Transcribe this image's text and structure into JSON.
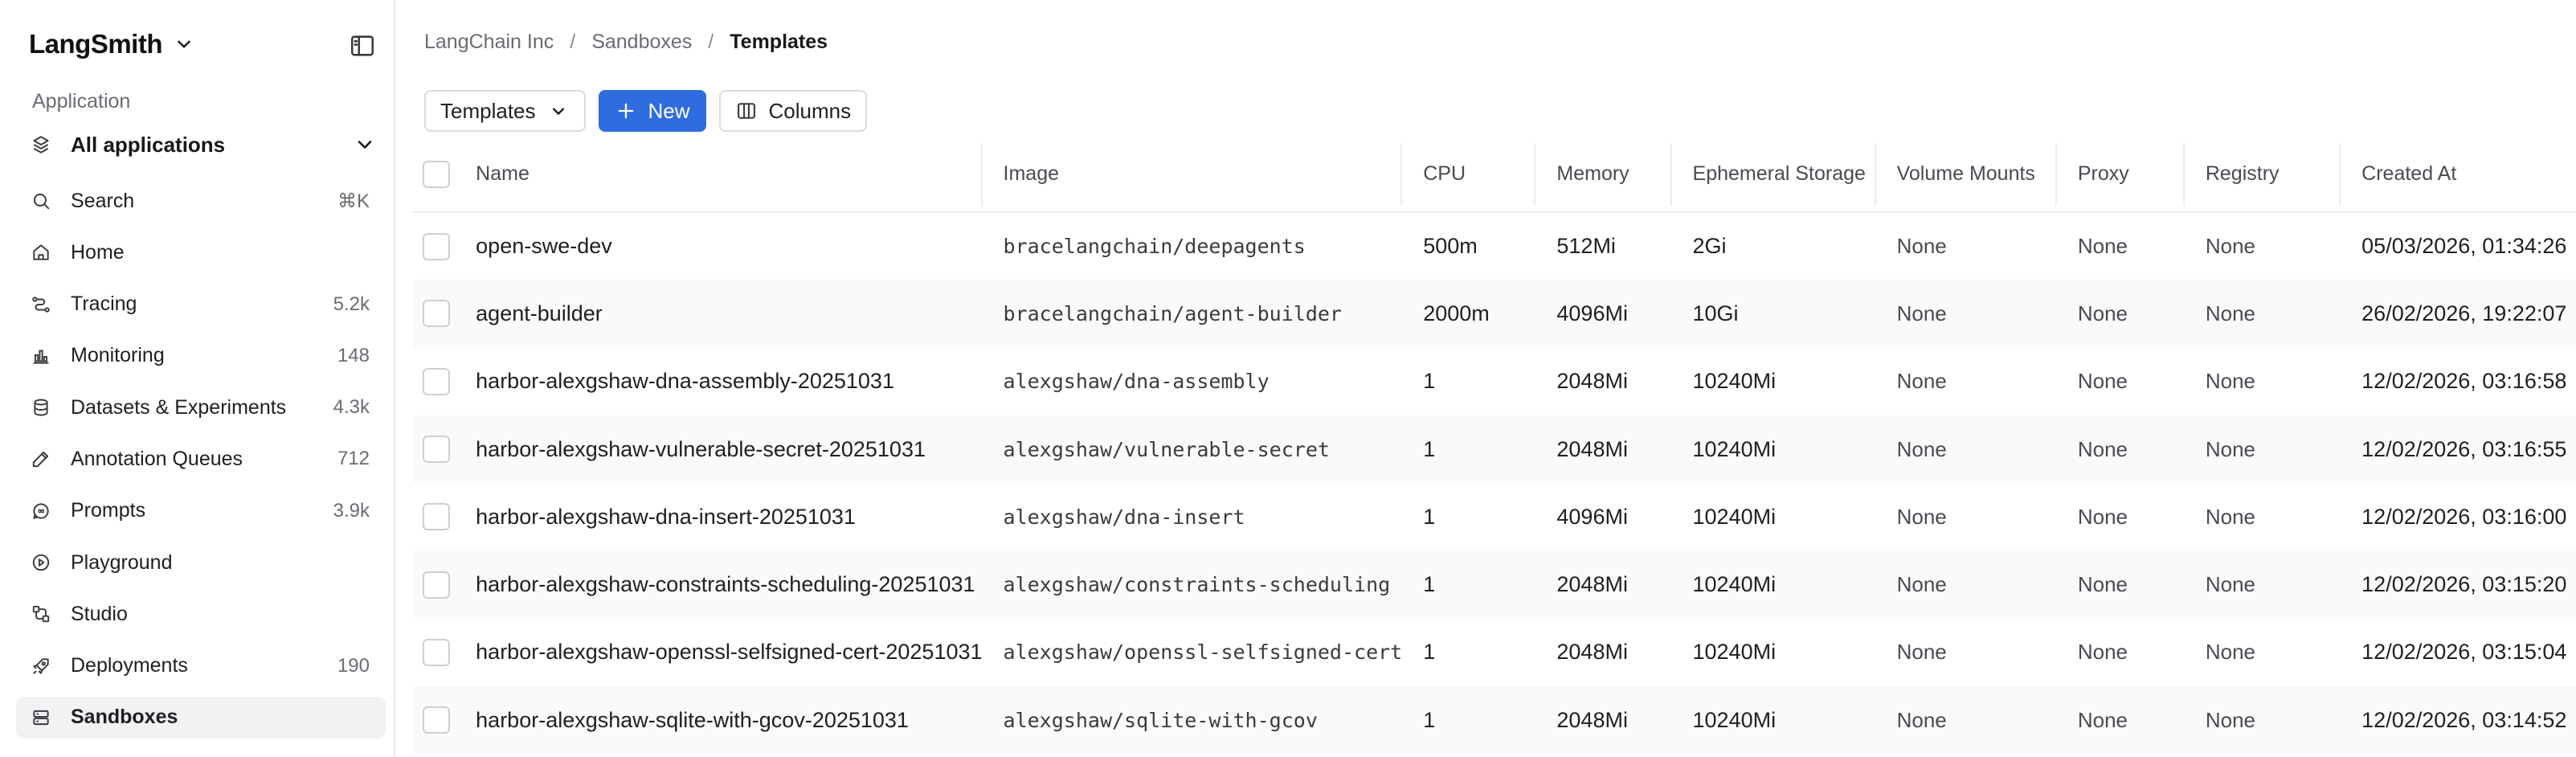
{
  "brand": {
    "name": "LangSmith"
  },
  "sidebar": {
    "section_label": "Application",
    "app_selector": "All applications",
    "items": [
      {
        "label": "Search",
        "count": "⌘K",
        "icon": "search-icon"
      },
      {
        "label": "Home",
        "count": "",
        "icon": "home-icon"
      },
      {
        "label": "Tracing",
        "count": "5.2k",
        "icon": "tracing-icon"
      },
      {
        "label": "Monitoring",
        "count": "148",
        "icon": "monitoring-icon"
      },
      {
        "label": "Datasets & Experiments",
        "count": "4.3k",
        "icon": "database-icon"
      },
      {
        "label": "Annotation Queues",
        "count": "712",
        "icon": "pen-icon"
      },
      {
        "label": "Prompts",
        "count": "3.9k",
        "icon": "prompt-icon"
      },
      {
        "label": "Playground",
        "count": "",
        "icon": "play-icon"
      },
      {
        "label": "Studio",
        "count": "",
        "icon": "studio-icon"
      },
      {
        "label": "Deployments",
        "count": "190",
        "icon": "rocket-icon"
      },
      {
        "label": "Sandboxes",
        "count": "",
        "icon": "server-icon",
        "active": true
      }
    ]
  },
  "breadcrumb": {
    "org": "LangChain Inc",
    "section": "Sandboxes",
    "current": "Templates"
  },
  "toolbar": {
    "view_label": "Templates",
    "new_label": "New",
    "columns_label": "Columns"
  },
  "table": {
    "headers": {
      "name": "Name",
      "image": "Image",
      "cpu": "CPU",
      "memory": "Memory",
      "storage": "Ephemeral Storage",
      "volumes": "Volume Mounts",
      "proxy": "Proxy",
      "registry": "Registry",
      "created": "Created At"
    },
    "rows": [
      {
        "name": "open-swe-dev",
        "image": "bracelangchain/deepagents",
        "cpu": "500m",
        "memory": "512Mi",
        "storage": "2Gi",
        "volumes": "None",
        "proxy": "None",
        "registry": "None",
        "created": "05/03/2026, 01:34:26"
      },
      {
        "name": "agent-builder",
        "image": "bracelangchain/agent-builder",
        "cpu": "2000m",
        "memory": "4096Mi",
        "storage": "10Gi",
        "volumes": "None",
        "proxy": "None",
        "registry": "None",
        "created": "26/02/2026, 19:22:07"
      },
      {
        "name": "harbor-alexgshaw-dna-assembly-20251031",
        "image": "alexgshaw/dna-assembly",
        "cpu": "1",
        "memory": "2048Mi",
        "storage": "10240Mi",
        "volumes": "None",
        "proxy": "None",
        "registry": "None",
        "created": "12/02/2026, 03:16:58"
      },
      {
        "name": "harbor-alexgshaw-vulnerable-secret-20251031",
        "image": "alexgshaw/vulnerable-secret",
        "cpu": "1",
        "memory": "2048Mi",
        "storage": "10240Mi",
        "volumes": "None",
        "proxy": "None",
        "registry": "None",
        "created": "12/02/2026, 03:16:55"
      },
      {
        "name": "harbor-alexgshaw-dna-insert-20251031",
        "image": "alexgshaw/dna-insert",
        "cpu": "1",
        "memory": "4096Mi",
        "storage": "10240Mi",
        "volumes": "None",
        "proxy": "None",
        "registry": "None",
        "created": "12/02/2026, 03:16:00"
      },
      {
        "name": "harbor-alexgshaw-constraints-scheduling-20251031",
        "image": "alexgshaw/constraints-scheduling",
        "cpu": "1",
        "memory": "2048Mi",
        "storage": "10240Mi",
        "volumes": "None",
        "proxy": "None",
        "registry": "None",
        "created": "12/02/2026, 03:15:20"
      },
      {
        "name": "harbor-alexgshaw-openssl-selfsigned-cert-20251031",
        "image": "alexgshaw/openssl-selfsigned-cert",
        "cpu": "1",
        "memory": "2048Mi",
        "storage": "10240Mi",
        "volumes": "None",
        "proxy": "None",
        "registry": "None",
        "created": "12/02/2026, 03:15:04"
      },
      {
        "name": "harbor-alexgshaw-sqlite-with-gcov-20251031",
        "image": "alexgshaw/sqlite-with-gcov",
        "cpu": "1",
        "memory": "2048Mi",
        "storage": "10240Mi",
        "volumes": "None",
        "proxy": "None",
        "registry": "None",
        "created": "12/02/2026, 03:14:52"
      }
    ]
  },
  "colors": {
    "accent": "#2f6ce0",
    "active_nav_bg": "#f2f2f4",
    "border": "#e7e7ea"
  }
}
